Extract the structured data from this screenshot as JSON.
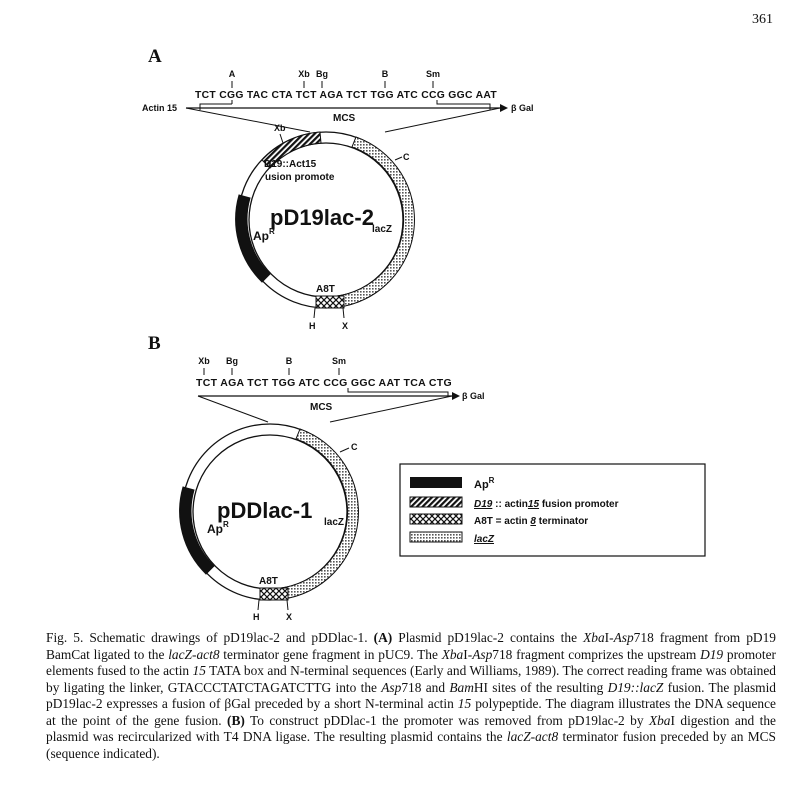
{
  "page_number": "361",
  "panelA": {
    "panel_label": "A",
    "site_labels": [
      "A",
      "Xb",
      "Bg",
      "B",
      "Sm"
    ],
    "sequence": "TCT CGG TAC CTA TCT AGA TCT TGG ATC CCG GGC AAT",
    "left_label": "Actin 15",
    "right_label": "β Gal",
    "mcs_label": "MCS",
    "xb_label": "Xb",
    "promoter_label_line1": "D19::Act15",
    "promoter_label_line2": "usion promote",
    "c_label": "C",
    "plasmid_name": "pD19lac-2",
    "plasmid_subscript": "lacZ",
    "apr_label": "Ap",
    "apr_sup": "R",
    "a8t_label": "A8T",
    "h_label": "H",
    "x_label": "X"
  },
  "panelB": {
    "panel_label": "B",
    "site_labels": [
      "Xb",
      "Bg",
      "B",
      "Sm"
    ],
    "sequence": "TCT AGA TCT TGG ATC CCG GGC AAT TCA CTG",
    "right_label": "β Gal",
    "mcs_label": "MCS",
    "c_label": "C",
    "plasmid_name": "pDDlac-1",
    "plasmid_subscript": "lacZ",
    "apr_label": "Ap",
    "apr_sup": "R",
    "a8t_label": "A8T",
    "h_label": "H",
    "x_label": "X"
  },
  "legend": {
    "items": [
      {
        "text": "Ap",
        "sup": "R"
      },
      {
        "text_u1": "D19",
        "text_mid": " :: actin",
        "text_u2": "15",
        "text_end": " fusion promoter"
      },
      {
        "text": "A8T  = actin ",
        "u": "8",
        "text_end": " terminator"
      },
      {
        "text_u": "lacZ"
      }
    ]
  },
  "caption": {
    "fig_label": "Fig. 5.",
    "t1": " Schematic drawings of pD19lac-2 and pDDlac-1. ",
    "a_marker": "(A)",
    "t2": " Plasmid pD19lac-2 contains the ",
    "i1": "Xba",
    "t3": "I-",
    "i2": "Asp",
    "t4": "718 fragment from pD19 BamCat ligated to the ",
    "i3": "lacZ-act8",
    "t5": " terminator gene fragment in pUC9. The ",
    "i4": "Xba",
    "t6": "I-",
    "i5": "Asp",
    "t7": "718 fragment comprizes the upstream ",
    "i6": "D19",
    "t8": " promoter elements fused to the actin ",
    "i7": "15",
    "t9": " TATA box and N-terminal sequences (Early and Williams, 1989). The correct reading frame was obtained by ligating the linker, GTACCCTATCTAGATCTTG into the ",
    "i8": "Asp",
    "t10": "718 and ",
    "i9": "Bam",
    "t11": "HI sites of the resulting ",
    "i10": "D19::lacZ",
    "t12": " fusion. The plasmid pD19lac-2 expresses a fusion of βGal preceded by a short N-terminal actin ",
    "i11": "15",
    "t13": " polypeptide. The diagram illustrates the DNA sequence at the point of the gene fusion. ",
    "b_marker": "(B)",
    "t14": " To construct pDDlac-1 the promoter was removed from pD19lac-2 by ",
    "i12": "Xba",
    "t15": "I digestion and the plasmid was recircularized with T4 DNA ligase. The resulting plasmid contains the ",
    "i13": "lacZ-act8",
    "t16": " terminator fusion preceded by an MCS (sequence indicated)."
  }
}
